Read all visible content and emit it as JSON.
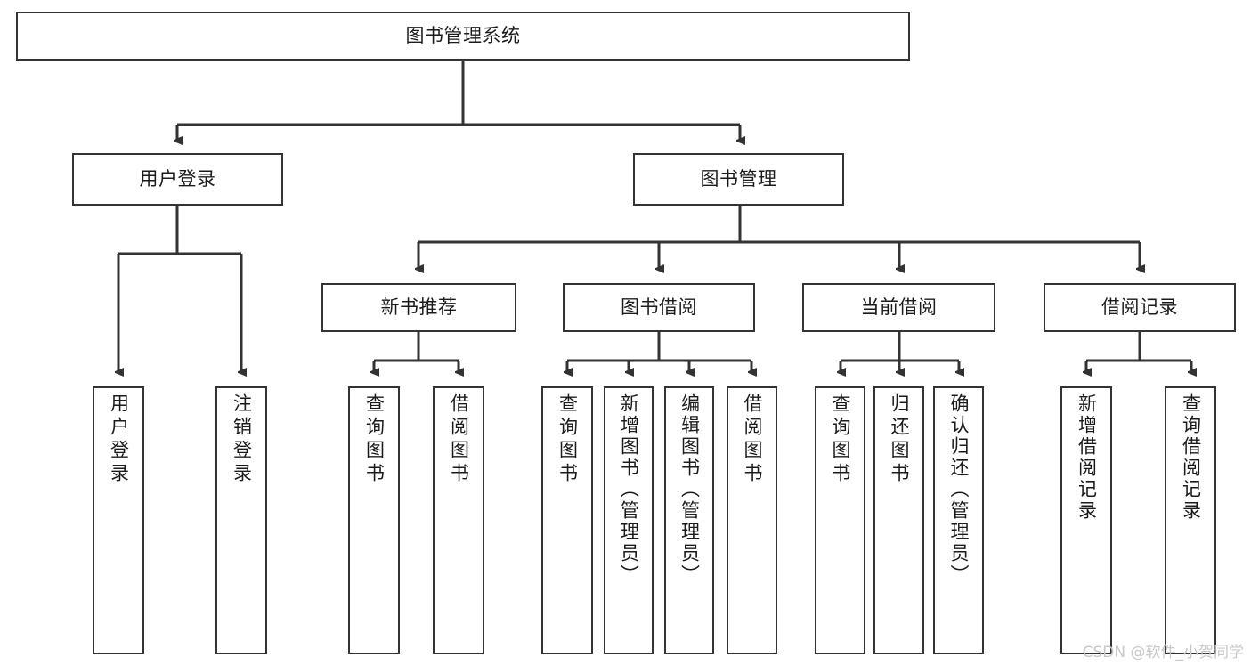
{
  "diagram": {
    "type": "tree-hierarchy-chart",
    "title": "图书管理系统",
    "style": {
      "box_border_color": "#333333",
      "box_fill_color": "#ffffff",
      "connector_color": "#333333",
      "text_color": "#1b1b1b",
      "background": "#ffffff",
      "watermark_color": "#c9c9c9"
    },
    "levels": {
      "level1": [
        {
          "id": "root",
          "label": "图书管理系统"
        }
      ],
      "level2": [
        {
          "id": "user-login",
          "label": "用户登录"
        },
        {
          "id": "book-manage",
          "label": "图书管理"
        }
      ],
      "level3": [
        {
          "id": "new-book-rec",
          "label": "新书推荐"
        },
        {
          "id": "book-borrow",
          "label": "图书借阅"
        },
        {
          "id": "current-borrow",
          "label": "当前借阅"
        },
        {
          "id": "borrow-record",
          "label": "借阅记录"
        }
      ],
      "level4": [
        {
          "id": "leaf-user-login",
          "label": "用户登录",
          "parent": "user-login"
        },
        {
          "id": "leaf-user-logout",
          "label": "注销登录",
          "parent": "user-login"
        },
        {
          "id": "leaf-query-book-1",
          "label": "查询图书",
          "parent": "new-book-rec"
        },
        {
          "id": "leaf-borrow-book-1",
          "label": "借阅图书",
          "parent": "new-book-rec"
        },
        {
          "id": "leaf-query-book-2",
          "label": "查询图书",
          "parent": "book-borrow"
        },
        {
          "id": "leaf-add-book",
          "label": "新增图书（管理员）",
          "parent": "book-borrow"
        },
        {
          "id": "leaf-edit-book",
          "label": "编辑图书（管理员）",
          "parent": "book-borrow"
        },
        {
          "id": "leaf-borrow-book-2",
          "label": "借阅图书",
          "parent": "book-borrow"
        },
        {
          "id": "leaf-query-book-3",
          "label": "查询图书",
          "parent": "current-borrow"
        },
        {
          "id": "leaf-return-book",
          "label": "归还图书",
          "parent": "current-borrow"
        },
        {
          "id": "leaf-confirm-return",
          "label": "确认归还（管理员）",
          "parent": "current-borrow"
        },
        {
          "id": "leaf-add-record",
          "label": "新增借阅记录",
          "parent": "borrow-record"
        },
        {
          "id": "leaf-query-record",
          "label": "查询借阅记录",
          "parent": "borrow-record"
        }
      ]
    },
    "watermark": "CSDN @软件_小贺同学"
  }
}
